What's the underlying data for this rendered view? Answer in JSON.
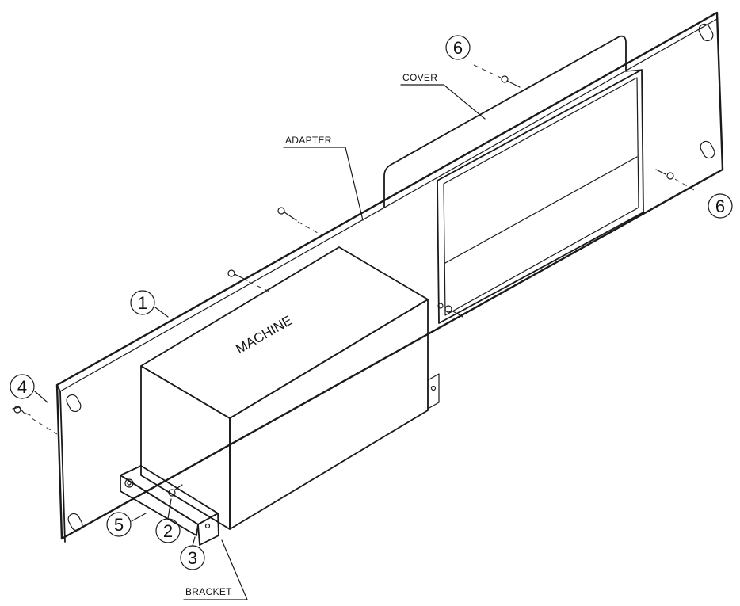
{
  "labels": {
    "adapter": "ADAPTER",
    "cover": "COVER",
    "machine": "MACHINE",
    "bracket": "BRACKET"
  },
  "callouts": {
    "c1": "1",
    "c2": "2",
    "c3": "3",
    "c4": "4",
    "c5": "5",
    "c6a": "6",
    "c6b": "6"
  }
}
